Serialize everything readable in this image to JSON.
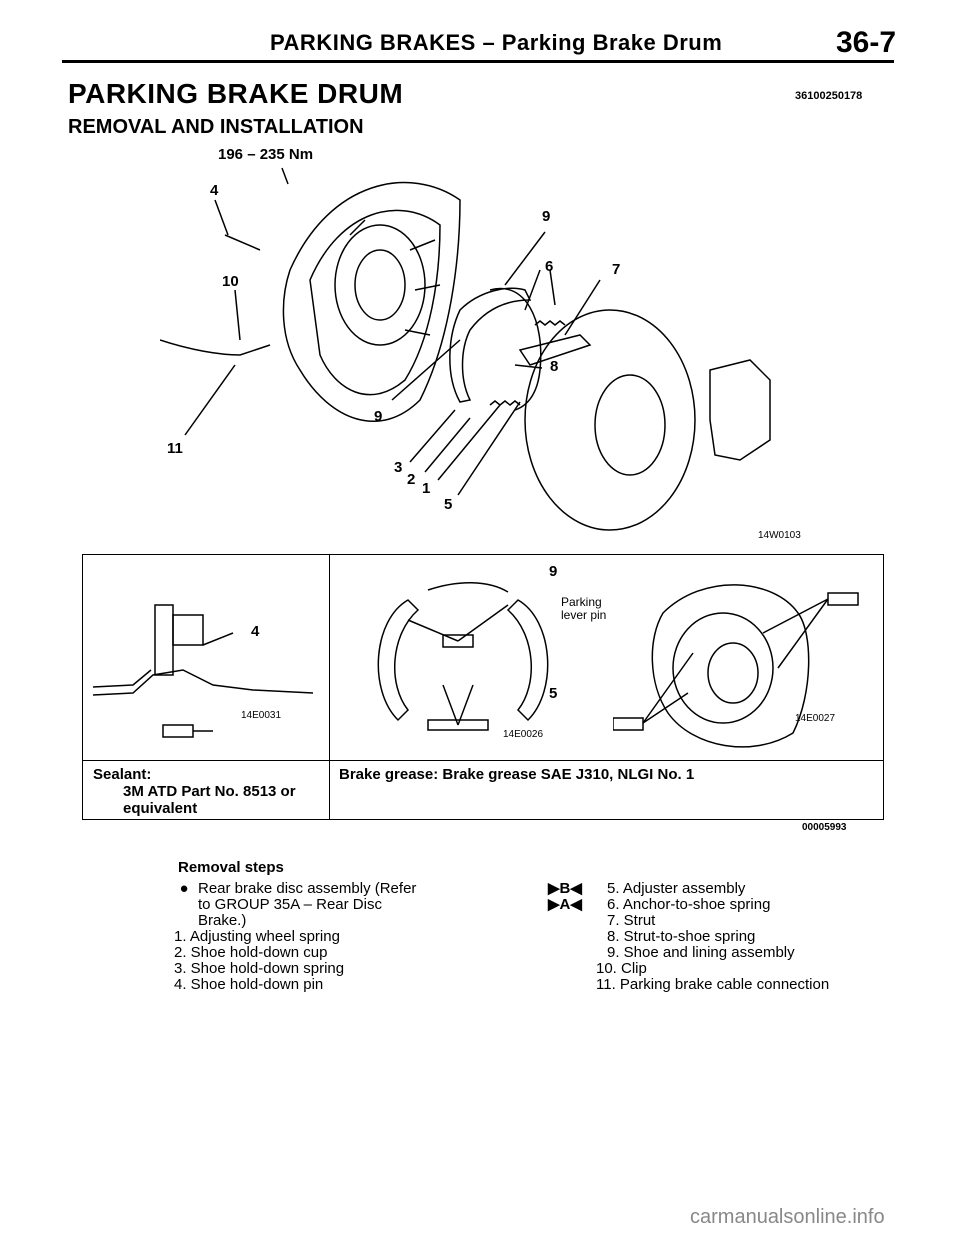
{
  "header": {
    "title": "PARKING BRAKES – Parking Brake Drum",
    "page_number": "36-7"
  },
  "section": {
    "title": "PARKING BRAKE DRUM",
    "doc_number": "36100250178",
    "subtitle": "REMOVAL AND INSTALLATION"
  },
  "main_figure": {
    "torque": "196 – 235 Nm",
    "callouts": [
      "4",
      "10",
      "11",
      "9",
      "6",
      "7",
      "8",
      "9",
      "3",
      "2",
      "1",
      "5"
    ],
    "figure_id": "14W0103"
  },
  "detail_table": {
    "fig1": {
      "callout": "4",
      "figure_id": "14E0031"
    },
    "fig2": {
      "callout_top": "9",
      "pin_label_1": "Parking",
      "pin_label_2": "lever pin",
      "callout_bottom": "5",
      "figure_id": "14E0026"
    },
    "fig3": {
      "figure_id": "14E0027"
    },
    "sealant_label": "Sealant:",
    "sealant_line2": "3M ATD Part No. 8513 or",
    "sealant_line3": "equivalent",
    "grease": "Brake grease: Brake grease SAE J310, NLGI No. 1",
    "table_id": "00005993"
  },
  "removal": {
    "title": "Removal steps",
    "bullet": "●",
    "left": [
      "Rear brake disc assembly (Refer",
      "to GROUP 35A – Rear Disc",
      "Brake.)",
      "1. Adjusting wheel spring",
      "2. Shoe hold-down cup",
      "3. Shoe hold-down spring",
      "4. Shoe hold-down pin"
    ],
    "markB": "▶B◀",
    "markA": "▶A◀",
    "right": [
      "5. Adjuster assembly",
      "6. Anchor-to-shoe spring",
      "7. Strut",
      "8. Strut-to-shoe spring",
      "9. Shoe and lining assembly",
      "10. Clip",
      "11. Parking brake cable connection"
    ]
  },
  "watermark": "carmanualsonline.info"
}
